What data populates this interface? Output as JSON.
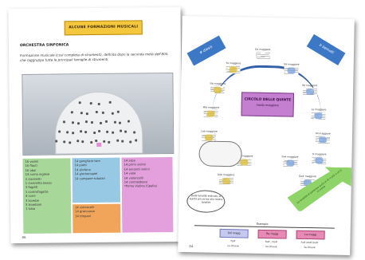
{
  "left_page": {
    "banner": "ALCUNE FORMAZIONI MUSICALI",
    "section_title": "ORCHESTRA SINFONICA",
    "intro": "Formazione musicale (così completa di strumenti), definita dopo la seconda metà dell'800, che raggruppa tutte le principali famiglie di strumenti.",
    "tag": "B",
    "columns": {
      "green": [
        "16 violini",
        "16 flauti",
        "16 oboi",
        "14 corno inglese",
        "2 clarinetti",
        "1 clarinetto basso",
        "3 fagotti",
        "1 controfagotto",
        "4 corni",
        "3 trombe",
        "3 tromboni",
        "1 tuba"
      ],
      "blue": [
        "14 gong/tam-tam",
        "14 piatti",
        "14 silofono",
        "14 glockenspiel",
        "14 campane tubolari"
      ],
      "orange": [
        "14 violoncelli",
        "14 grancassa",
        "14 timpani"
      ],
      "pink": [
        "14 arpa",
        "14 primi violini",
        "14 secondi violini",
        "14 viole",
        "14 violoncelli",
        "14 contrabbassi",
        "*Primo Violino (Spalla)"
      ]
    },
    "page_number": "86"
  },
  "right_page": {
    "arrow_left": "# diesis",
    "arrow_right": "b bemolli",
    "title_line1": "CIRCOLO DELLE QUINTE",
    "title_line2": "modo maggiore",
    "keys": [
      {
        "label": "Do maggiore",
        "type": "center"
      },
      {
        "label": "Fa maggiore",
        "type": "yellow"
      },
      {
        "label": "Sol maggiore",
        "type": "blue"
      },
      {
        "label": "Sib maggiore",
        "type": "yellow"
      },
      {
        "label": "Re maggiore",
        "type": "blue"
      },
      {
        "label": "Mib maggiore",
        "type": "yellow"
      },
      {
        "label": "La maggiore",
        "type": "blue"
      },
      {
        "label": "Lab maggiore",
        "type": "yellow"
      },
      {
        "label": "Mi maggiore",
        "type": "blue"
      },
      {
        "label": "Reb maggiore",
        "type": "yellow"
      },
      {
        "label": "Si maggiore",
        "type": "blue"
      },
      {
        "label": "Solb maggiore",
        "type": "yellow"
      },
      {
        "label": "Fa# maggiore",
        "type": "blue"
      },
      {
        "label": "Dob maggiore",
        "type": "yellow"
      },
      {
        "label": "Do# maggiore",
        "type": "blue"
      }
    ],
    "bubble_text": "Dalla tonalità indicata, la quinta più vicina alla nostra tonalità",
    "green_text": "La tonalità di partenza avrà un # in più o un b in meno",
    "example_label": "Esempio:",
    "examples": [
      {
        "key": "Sol magg",
        "notes": "Fa#",
        "sub": "1a chiave"
      },
      {
        "key": "Re magg",
        "notes": "Fa# - Do#",
        "sub": "2a chiave"
      },
      {
        "key": "La magg",
        "notes": "Fa#-Do#-Sol#",
        "sub": "3a chiave"
      }
    ],
    "page_number": "84"
  }
}
